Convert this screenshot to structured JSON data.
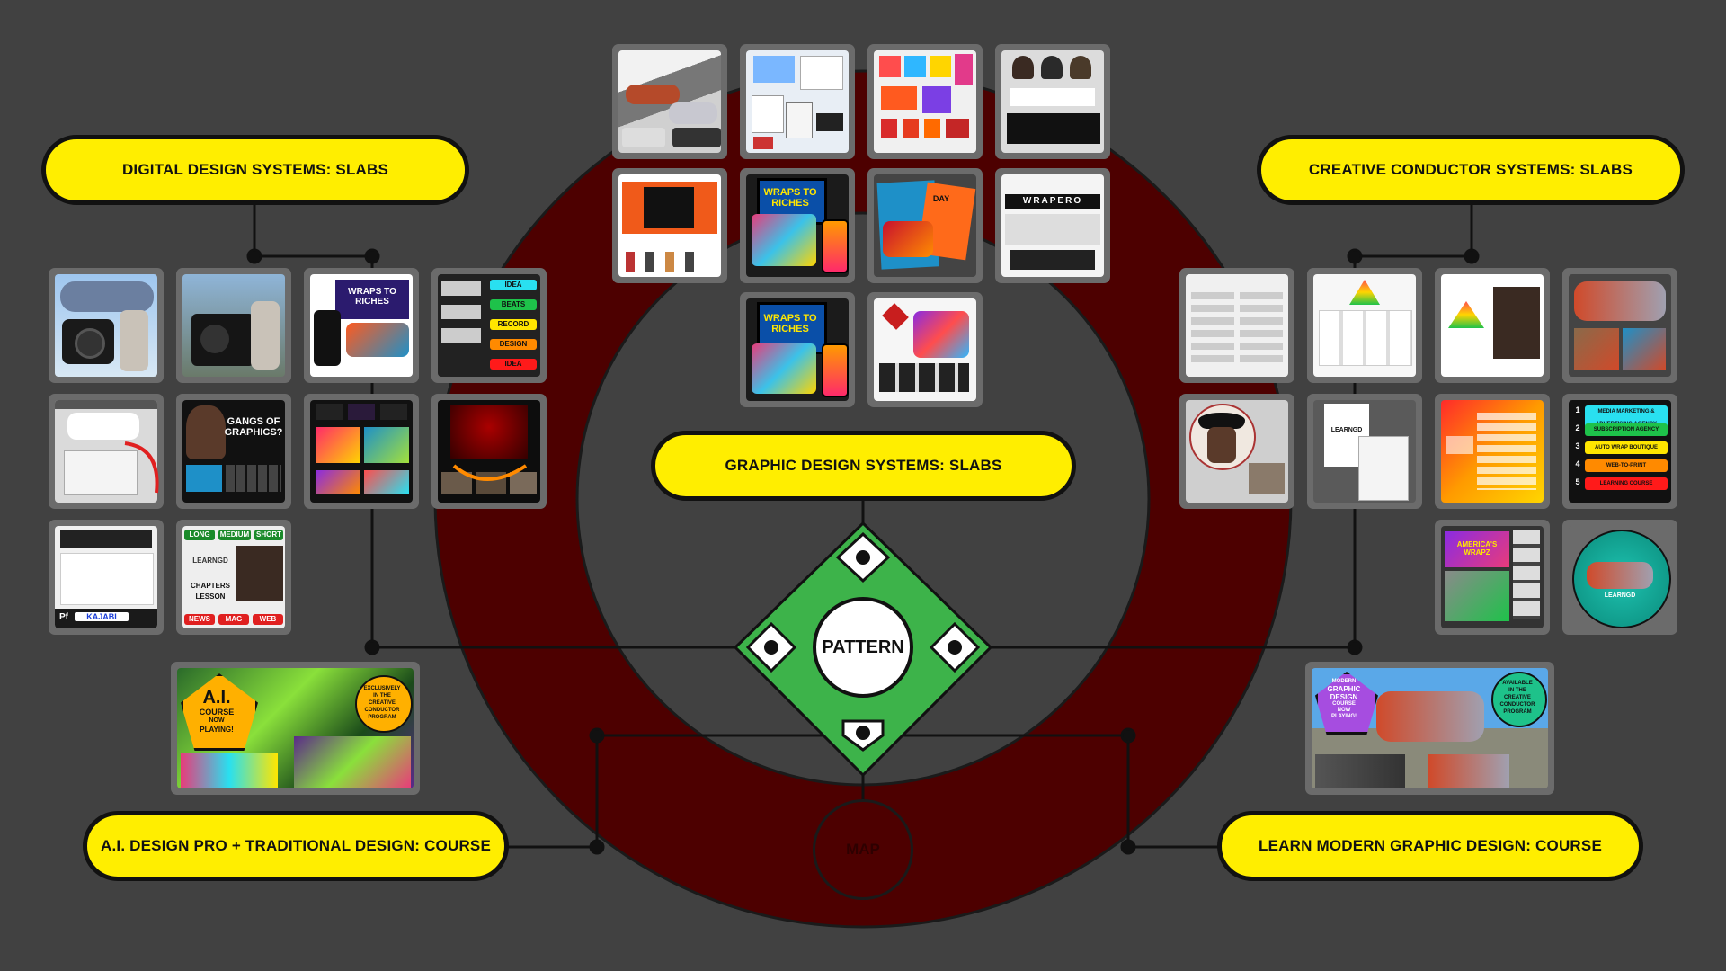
{
  "labels": {
    "digital": "DIGITAL DESIGN SYSTEMS: SLABS",
    "creative": "CREATIVE CONDUCTOR SYSTEMS: SLABS",
    "graphic": "GRAPHIC DESIGN SYSTEMS: SLABS",
    "ai_course": "A.I. DESIGN PRO + TRADITIONAL DESIGN: COURSE",
    "modern_course": "LEARN MODERN GRAPHIC DESIGN: COURSE",
    "pattern": "PATTERN",
    "map": "MAP"
  },
  "tiles": {
    "wraps_riches": "WRAPS TO RICHES",
    "wrapero": "WRAPERO",
    "learngd": "LEARNGD",
    "gangs": "GANGS OF GRAPHICS?",
    "day": "DAY",
    "chapters": "CHAPTERS",
    "lesson": "LESSON",
    "kajabi": "KAJABI",
    "pf": "Pf",
    "americas": "AMERICA'S WRAPZ"
  },
  "workflow": [
    "IDEA",
    "BEATS",
    "RECORD",
    "DESIGN",
    "IDEA"
  ],
  "length_tabs": [
    "LONG",
    "MEDIUM",
    "SHORT"
  ],
  "output_tabs": [
    "NEWS",
    "MAG",
    "WEB"
  ],
  "services": [
    {
      "num": "1",
      "label": "MEDIA MARKETING & ADVERTISING AGENCY",
      "color": "#29e0f0"
    },
    {
      "num": "2",
      "label": "SUBSCRIPTION AGENCY",
      "color": "#1ec24a"
    },
    {
      "num": "3",
      "label": "AUTO WRAP BOUTIQUE",
      "color": "#ffe600"
    },
    {
      "num": "4",
      "label": "WEB-TO-PRINT",
      "color": "#ff8a00"
    },
    {
      "num": "5",
      "label": "LEARNING COURSE",
      "color": "#ff1a1a"
    }
  ],
  "ai_badge": {
    "title": "A.I.",
    "line1": "COURSE",
    "line2": "NOW",
    "line3": "PLAYING!",
    "excl1": "EXCLUSIVELY",
    "excl2": "IN THE",
    "excl3": "CREATIVE",
    "excl4": "CONDUCTOR",
    "excl5": "PROGRAM"
  },
  "modern_badge": {
    "l1": "MODERN",
    "l2": "GRAPHIC",
    "l3": "DESIGN",
    "l4": "COURSE",
    "l5": "NOW",
    "l6": "PLAYING!",
    "a1": "AVAILABLE",
    "a2": "IN THE",
    "a3": "CREATIVE",
    "a4": "CONDUCTOR",
    "a5": "PROGRAM"
  },
  "colors": {
    "background": "#414141",
    "ring": "#4d0000",
    "pill": "#ffee00",
    "diamond": "#3db34a"
  }
}
